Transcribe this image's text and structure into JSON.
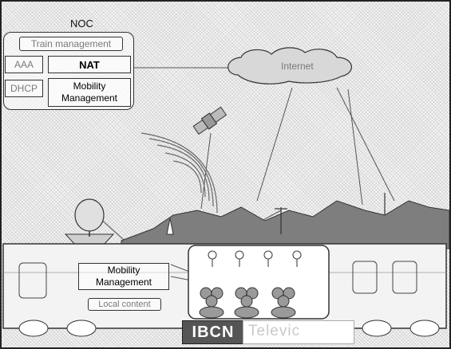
{
  "noc": {
    "title": "NOC",
    "train_management": "Train management",
    "aaa": "AAA",
    "nat": "NAT",
    "dhcp": "DHCP",
    "mobility_management": "Mobility Management"
  },
  "internet": {
    "label": "Internet"
  },
  "train": {
    "mobility_management": "Mobility Management",
    "local_content": "Local content"
  },
  "logos": {
    "ibcn": "IBCN",
    "televic": "Televic"
  }
}
